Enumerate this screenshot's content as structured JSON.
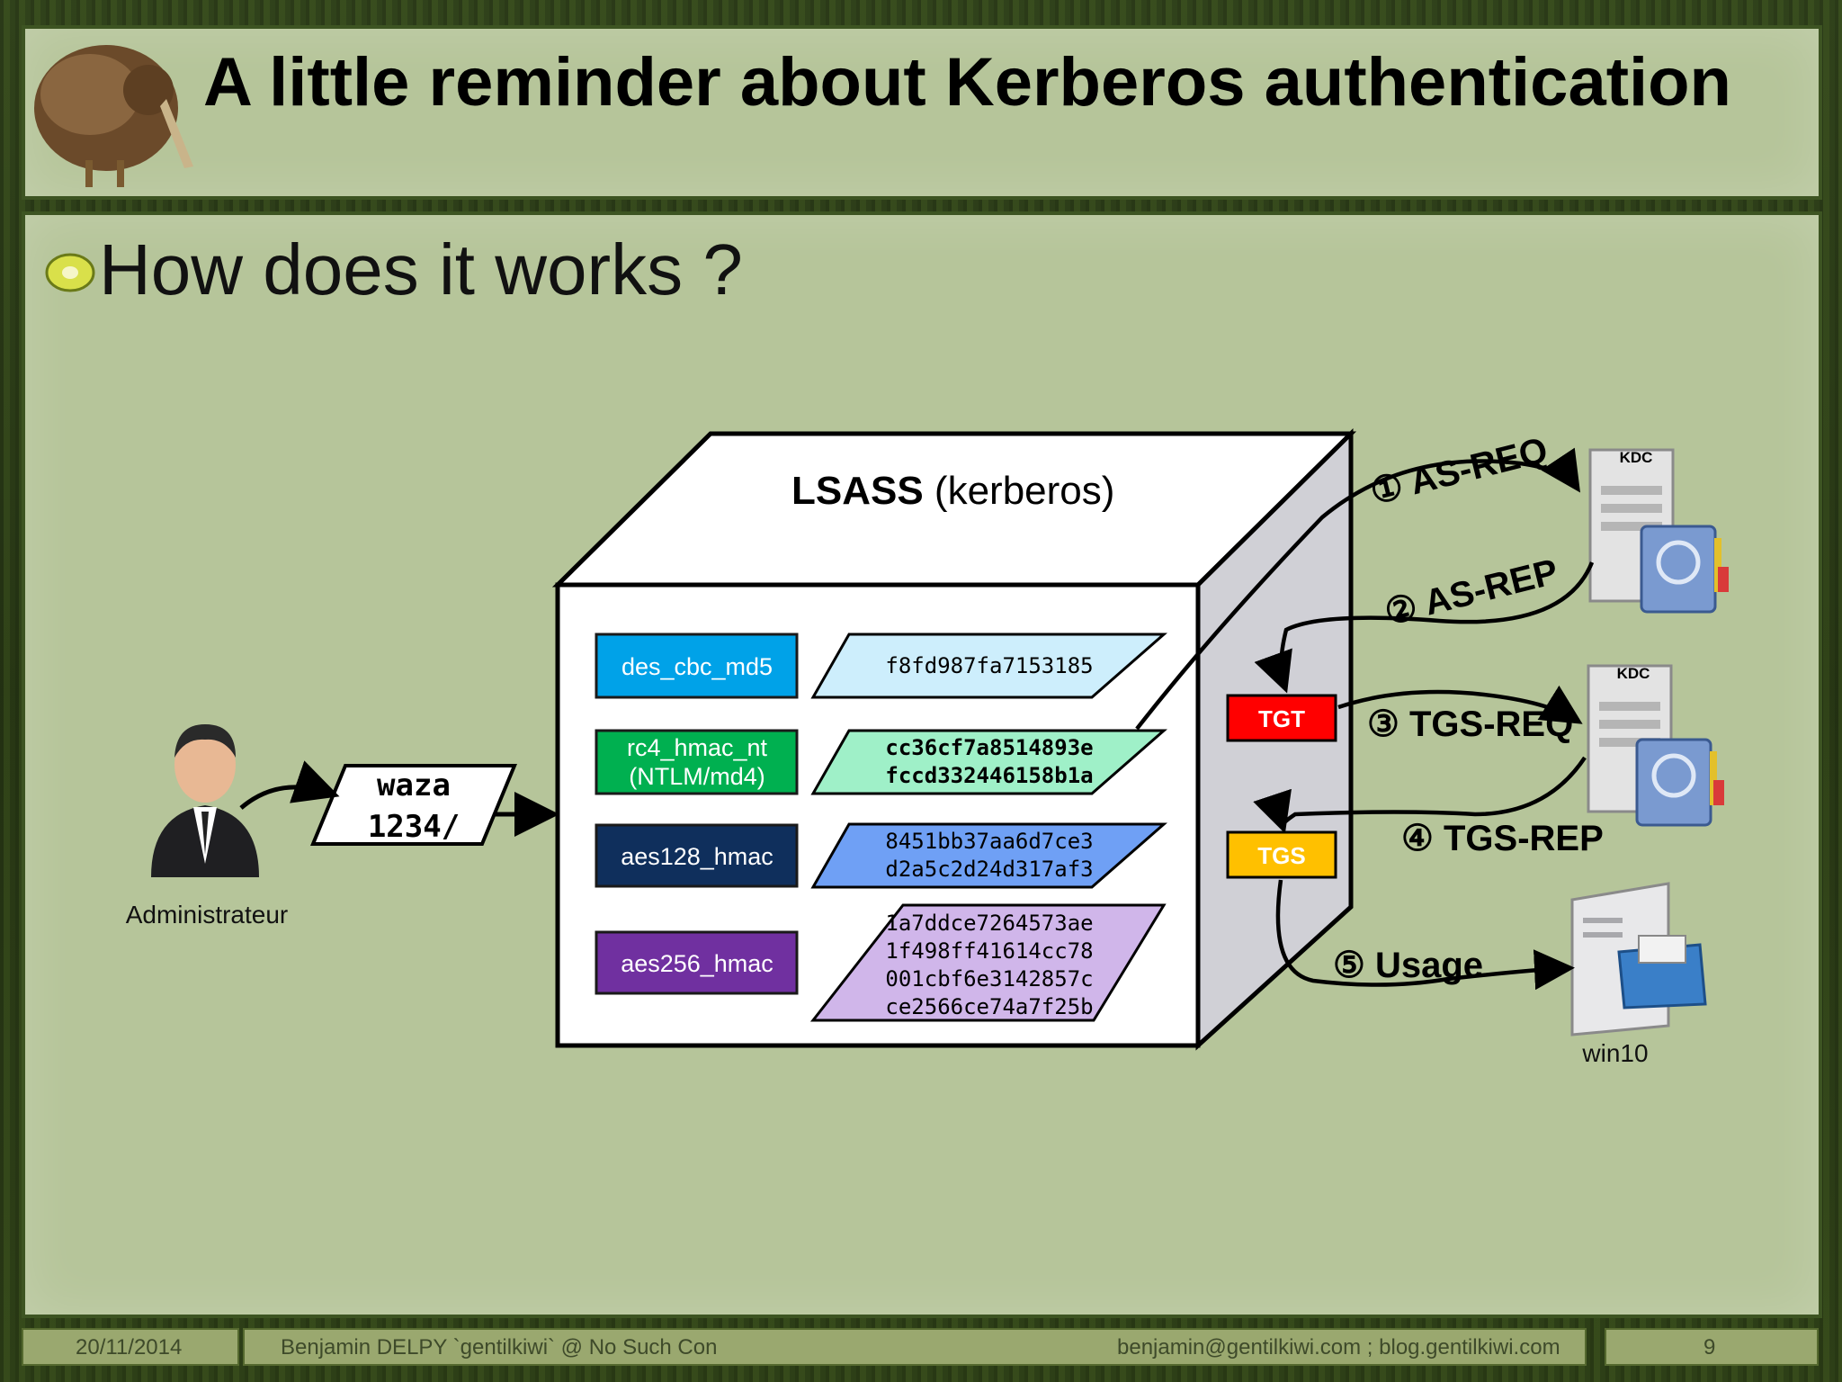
{
  "slide": {
    "title": "A little reminder about Kerberos authentication",
    "bullet": "How does it works ?"
  },
  "lsass": {
    "name": "LSASS",
    "suffix": " (kerberos)"
  },
  "user": {
    "label": "Administrateur",
    "password_line1": "waza",
    "password_line2": "1234/"
  },
  "keys": [
    {
      "algo_line1": "des_cbc_md5",
      "algo_line2": "",
      "hash_lines": [
        "f8fd987fa7153185"
      ],
      "algo_color": "#00a2e8",
      "hash_color": "#cdeefc"
    },
    {
      "algo_line1": "rc4_hmac_nt",
      "algo_line2": "(NTLM/md4)",
      "hash_lines": [
        "cc36cf7a8514893e",
        "fccd332446158b1a"
      ],
      "algo_color": "#00b050",
      "hash_color": "#9ff0c8"
    },
    {
      "algo_line1": "aes128_hmac",
      "algo_line2": "",
      "hash_lines": [
        "8451bb37aa6d7ce3",
        "d2a5c2d24d317af3"
      ],
      "algo_color": "#0f2f5c",
      "hash_color": "#6fa0f5"
    },
    {
      "algo_line1": "aes256_hmac",
      "algo_line2": "",
      "hash_lines": [
        "1a7ddce7264573ae",
        "1f498ff41614cc78",
        "001cbf6e3142857c",
        "ce2566ce74a7f25b"
      ],
      "algo_color": "#7030a0",
      "hash_color": "#d0b6ea"
    }
  ],
  "tickets": {
    "tgt": "TGT",
    "tgs": "TGS",
    "tgt_color": "#ff0000",
    "tgs_color": "#ffc000"
  },
  "servers": {
    "kdc1": "KDC",
    "kdc2": "KDC",
    "client": "win10"
  },
  "steps": {
    "s1_num": "①",
    "s1": "AS-REQ",
    "s2_num": "②",
    "s2": "AS-REP",
    "s3_num": "③",
    "s3": "TGS-REQ",
    "s4_num": "④",
    "s4": "TGS-REP",
    "s5_num": "⑤",
    "s5": "Usage"
  },
  "footer": {
    "date": "20/11/2014",
    "author": "Benjamin DELPY `gentilkiwi` @ No Such Con",
    "contact": "benjamin@gentilkiwi.com ; blog.gentilkiwi.com",
    "page": "9"
  }
}
